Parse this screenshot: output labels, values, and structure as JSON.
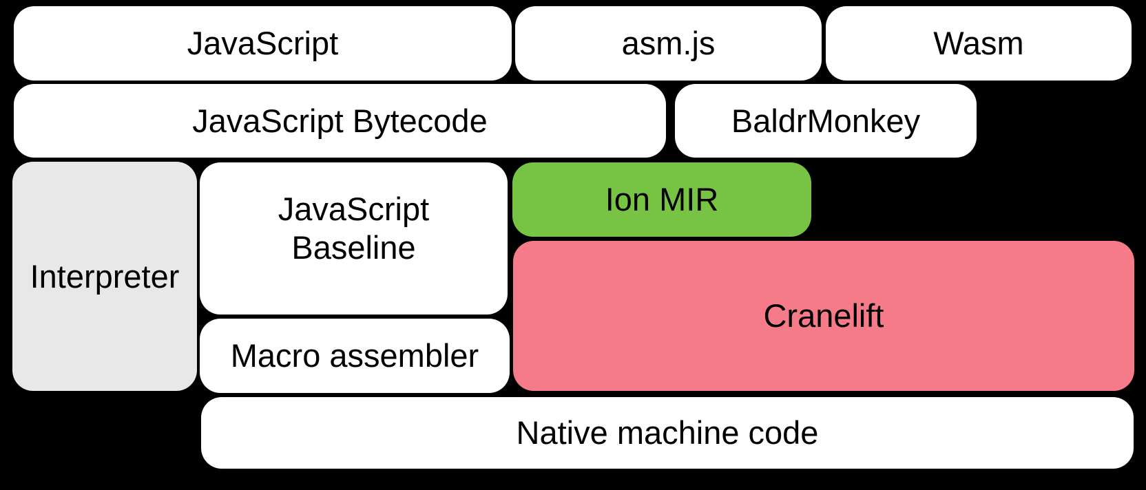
{
  "diagram": {
    "background_color": "#000000",
    "text_color": "#000000",
    "colors": {
      "default_box": "#ffffff",
      "interpreter_gray": "#e8e8e8",
      "ion_green": "#77c344",
      "cranelift_pink": "#f57b89"
    },
    "nodes": {
      "javascript": {
        "label": "JavaScript"
      },
      "asmjs": {
        "label": "asm.js"
      },
      "wasm": {
        "label": "Wasm"
      },
      "bytecode": {
        "label": "JavaScript Bytecode"
      },
      "baldrmonkey": {
        "label": "BaldrMonkey"
      },
      "interpreter": {
        "label": "Interpreter"
      },
      "baseline": {
        "line1": "JavaScript",
        "line2": "Baseline"
      },
      "ion_mir": {
        "label": "Ion MIR"
      },
      "cranelift": {
        "label": "Cranelift"
      },
      "macro_assembler": {
        "label": "Macro assembler"
      },
      "native_machine_code": {
        "label": "Native machine code"
      }
    }
  }
}
